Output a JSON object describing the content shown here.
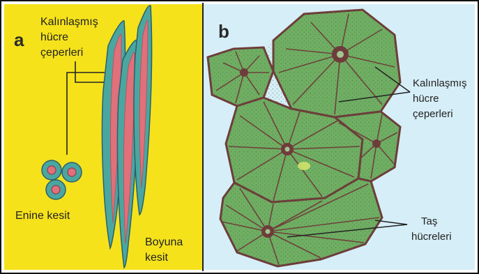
{
  "panel_a": {
    "letter": "a",
    "label_thickened_walls": [
      "Kalınlaşmış",
      "hücre",
      "çeperleri"
    ],
    "label_cross_section": "Enine kesit",
    "label_longitudinal": [
      "Boyuna",
      "kesit"
    ]
  },
  "panel_b": {
    "letter": "b",
    "label_thickened_walls": [
      "Kalınlaşmış",
      "hücre",
      "çeperleri"
    ],
    "label_stone_cells": [
      "Taş",
      "hücreleri"
    ]
  },
  "colors": {
    "panel_a_background": "#f5e21b",
    "panel_b_background": "#d6eef7",
    "cell_green": "#6fae63",
    "cell_wall": "#6e3c3a",
    "fiber_outer": "#4aa7a0",
    "fiber_lumen": "#e0707a"
  }
}
